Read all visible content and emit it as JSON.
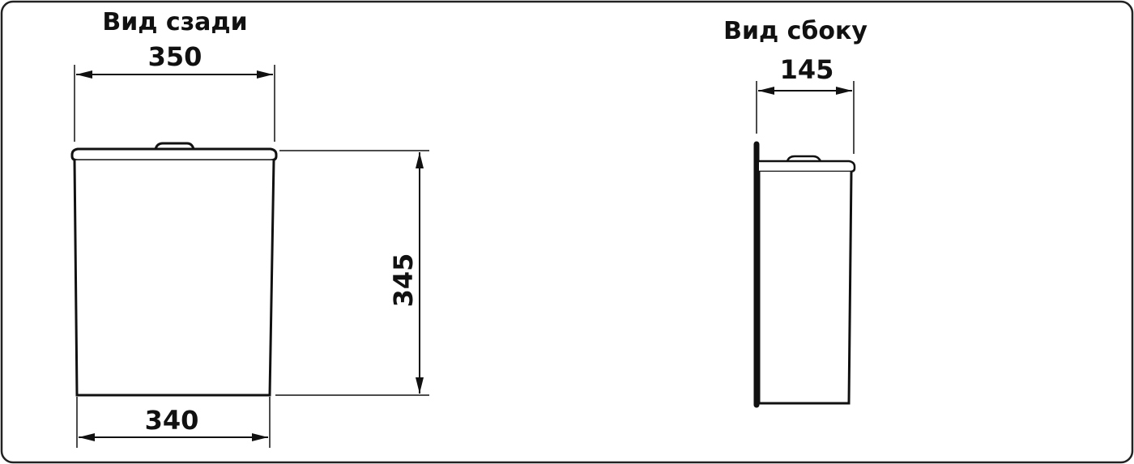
{
  "rear_view": {
    "title": "Вид сзади",
    "top_width": "350",
    "bottom_width": "340",
    "height": "345"
  },
  "side_view": {
    "title": "Вид сбоку",
    "depth": "145"
  },
  "colors": {
    "line": "#111111",
    "background": "#ffffff"
  }
}
